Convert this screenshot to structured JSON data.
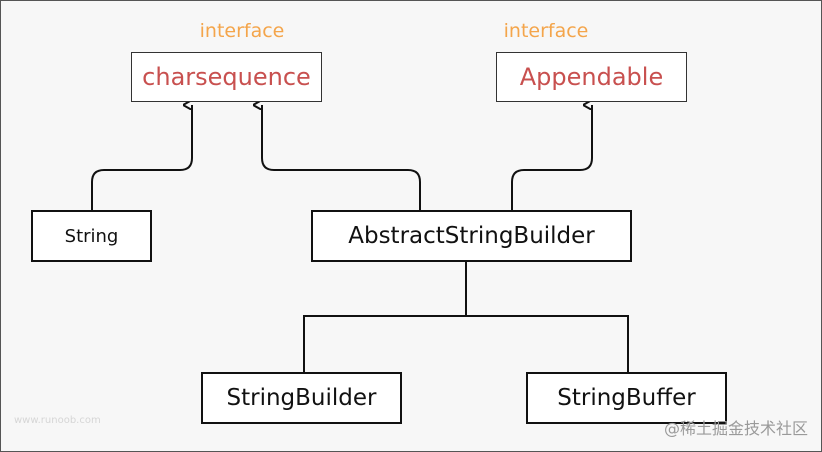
{
  "nodes": {
    "charsequence": {
      "stereotype": "interface",
      "label": "charsequence"
    },
    "appendable": {
      "stereotype": "interface",
      "label": "Appendable"
    },
    "string": {
      "label": "String"
    },
    "abstract_builder": {
      "label": "AbstractStringBuilder"
    },
    "string_builder": {
      "label": "StringBuilder"
    },
    "string_buffer": {
      "label": "StringBuffer"
    }
  },
  "watermarks": {
    "left": "www.runoob.com",
    "right": "@稀土掘金技术社区"
  },
  "colors": {
    "interface_label": "#f4a54b",
    "interface_name": "#c8504f",
    "class_text": "#111111",
    "line": "#111111",
    "background": "#f7f7f7"
  }
}
